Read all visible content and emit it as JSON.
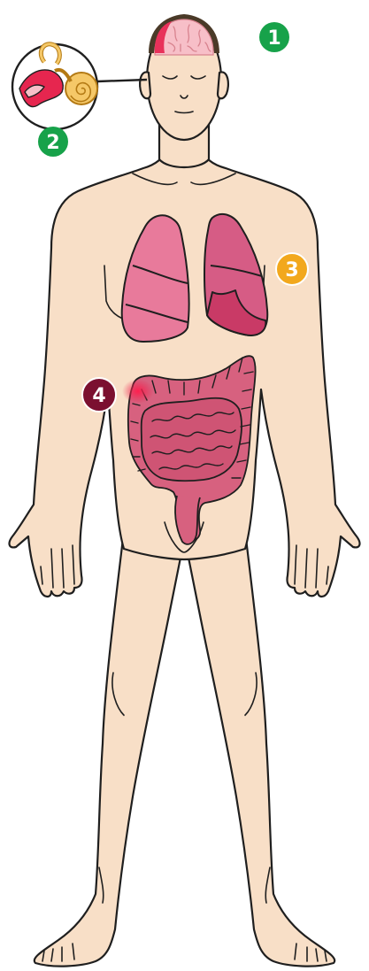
{
  "markers": [
    {
      "id": "1",
      "label": "1",
      "organ": "brain",
      "color": "#17a24a"
    },
    {
      "id": "2",
      "label": "2",
      "organ": "inner-ear",
      "color": "#17a24a"
    },
    {
      "id": "3",
      "label": "3",
      "organ": "lungs",
      "color": "#f2a81d"
    },
    {
      "id": "4",
      "label": "4",
      "organ": "intestines",
      "color": "#7b1030"
    }
  ],
  "colors": {
    "skin": "#f8dfc7",
    "outline": "#1f1f1f",
    "brain": "#f7bfc8",
    "brain_highlight": "#e8315a",
    "lung": "#e87a9b",
    "lung_dark": "#c93a66",
    "intestine": "#d7617f",
    "intestine_highlight": "#e6264f",
    "hair": "#4a3a28"
  }
}
